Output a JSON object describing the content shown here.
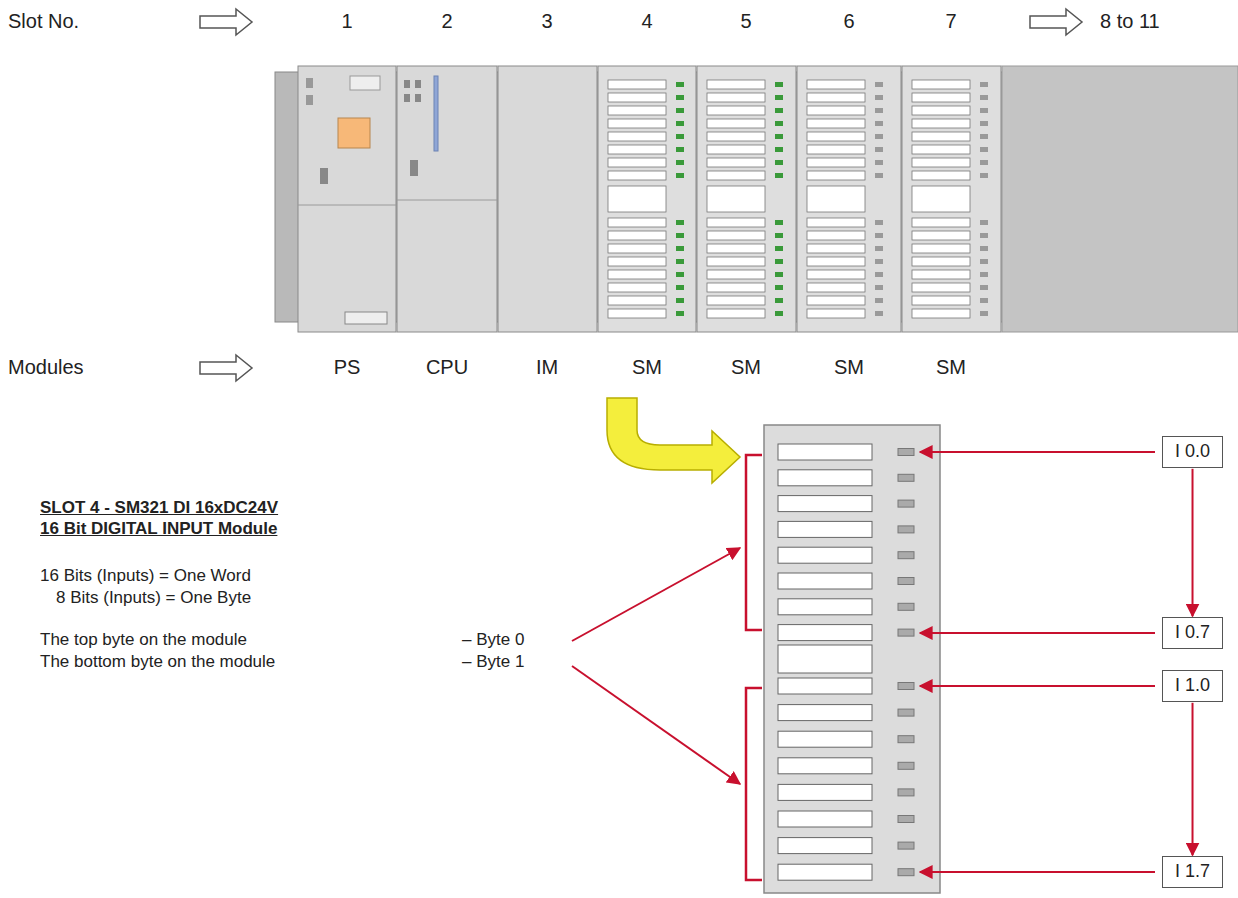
{
  "diagram": {
    "nodes": [
      {
        "text": [
          "I 0.0"
        ]
      },
      {
        "text": [
          "I 0.7"
        ]
      },
      {
        "text": [
          "I 1.0"
        ]
      },
      {
        "text": [
          "I 1.7"
        ]
      }
    ],
    "edges": [
      {
        "from": 0,
        "to": 1,
        "arrow": "to"
      },
      {
        "from": 2,
        "to": 3,
        "arrow": "to"
      }
    ],
    "labels": [
      "Slot No.",
      "1",
      "2",
      "3",
      "4",
      "5",
      "6",
      "7",
      "8 to 11",
      "Modules",
      "PS",
      "CPU",
      "IM",
      "SM",
      "SM",
      "SM",
      "SM",
      "SLOT 4 - SM321 DI 16xDC24V",
      "16 Bit DIGITAL INPUT Module",
      "16 Bits (Inputs) = One Word",
      "8 Bits (Inputs) = One Byte",
      "The top byte on the module",
      "– Byte 0",
      "The bottom byte on the module",
      "– Byte 1"
    ]
  }
}
